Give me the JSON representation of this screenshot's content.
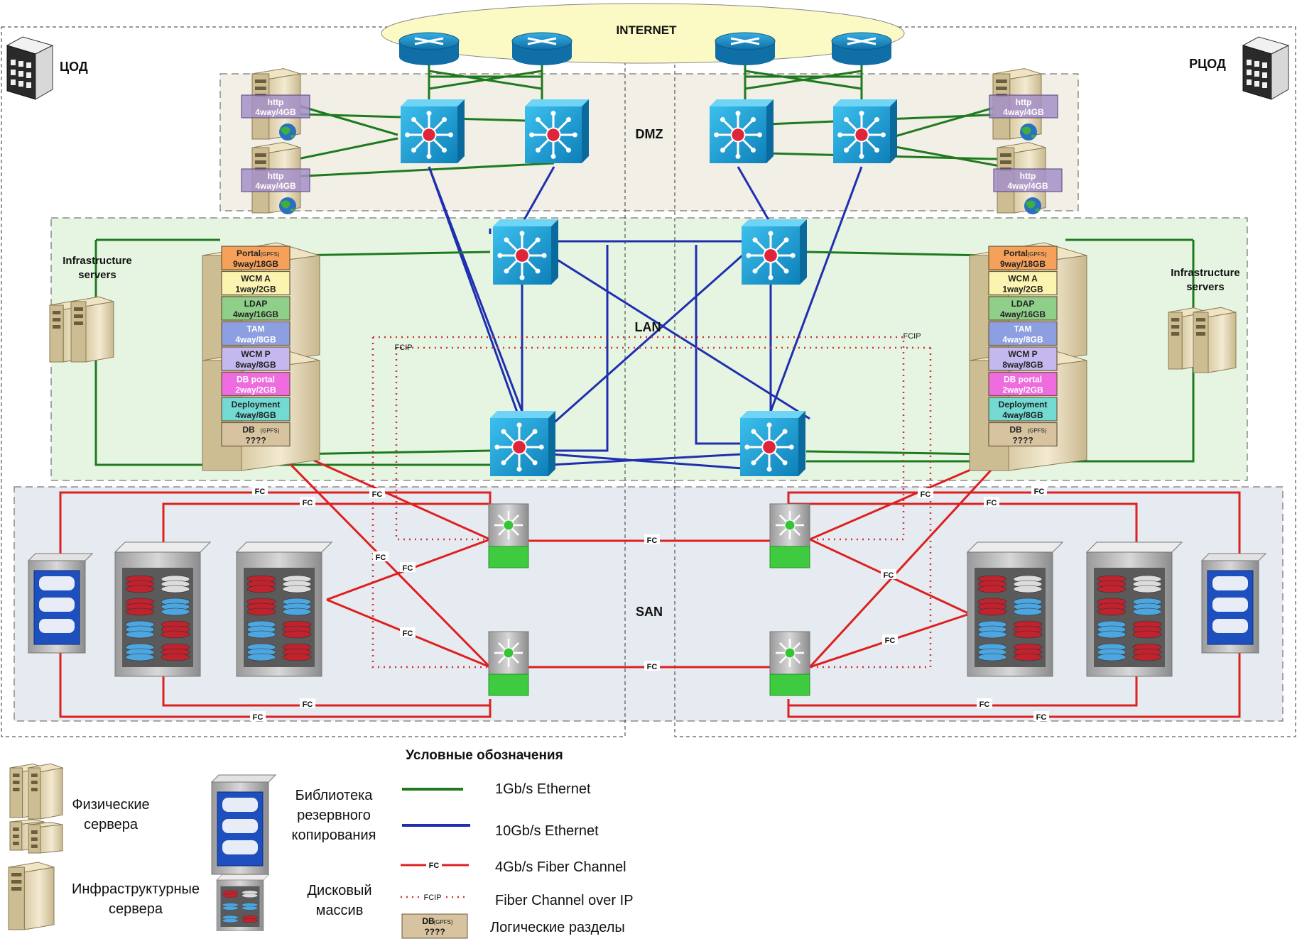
{
  "sites": {
    "left": "ЦОД",
    "right": "РЦОД"
  },
  "internet": "INTERNET",
  "zones": {
    "dmz": "DMZ",
    "lan": "LAN",
    "san": "SAN"
  },
  "infra": {
    "line1": "Infrastructure",
    "line2": "servers"
  },
  "http": {
    "line1": "http",
    "line2": "4way/4GB"
  },
  "partitions": [
    {
      "line1": "Portal",
      "tag": "(GPFS)",
      "line2": "9way/18GB",
      "color": "#f5a15a"
    },
    {
      "line1": "WCM A",
      "tag": "",
      "line2": "1way/2GB",
      "color": "#fbf3b0"
    },
    {
      "line1": "LDAP",
      "tag": "",
      "line2": "4way/16GB",
      "color": "#8fcf8a"
    },
    {
      "line1": "TAM",
      "tag": "",
      "line2": "4way/8GB",
      "color": "#8d9fe0"
    },
    {
      "line1": "WCM P",
      "tag": "",
      "line2": "8way/8GB",
      "color": "#c4b8ee"
    },
    {
      "line1": "DB portal",
      "tag": "",
      "line2": "2way/2GB",
      "color": "#ee6be0"
    },
    {
      "line1": "Deployment",
      "tag": "",
      "line2": "4way/8GB",
      "color": "#73d9d3"
    },
    {
      "line1": "DB",
      "tag": "(GPFS)",
      "line2": "????",
      "color": "#d7c3a0"
    }
  ],
  "link_labels": {
    "fc": "FC",
    "fcip": "FCIP"
  },
  "legend": {
    "title": "Условные обозначения",
    "physical_servers": [
      "Физические",
      "сервера"
    ],
    "infra_servers": [
      "Инфраструктурные",
      "сервера"
    ],
    "backup_library": [
      "Библиотека",
      "резервного",
      "копирования"
    ],
    "disk_array": [
      "Дисковый",
      "массив"
    ],
    "gbe1": "1Gb/s Ethernet",
    "gbe10": "10Gb/s Ethernet",
    "fc4": "4Gb/s Fiber Channel",
    "fcip": "Fiber Channel over IP",
    "partition_sample": {
      "line1": "DB",
      "tag": "(GPFS)",
      "line2": "????"
    },
    "logical_partitions": "Логические разделы"
  },
  "colors": {
    "gbe1": "#1f7a1f",
    "gbe10": "#1f2fb0",
    "fc": "#dd2020",
    "fcip": "#cc3333",
    "dmz_bg": "#f1efe6",
    "lan_bg": "#e6f5e2",
    "san_bg": "#e6ebf1",
    "switch": "#1aa0d6",
    "router": "#1a8cc8"
  }
}
